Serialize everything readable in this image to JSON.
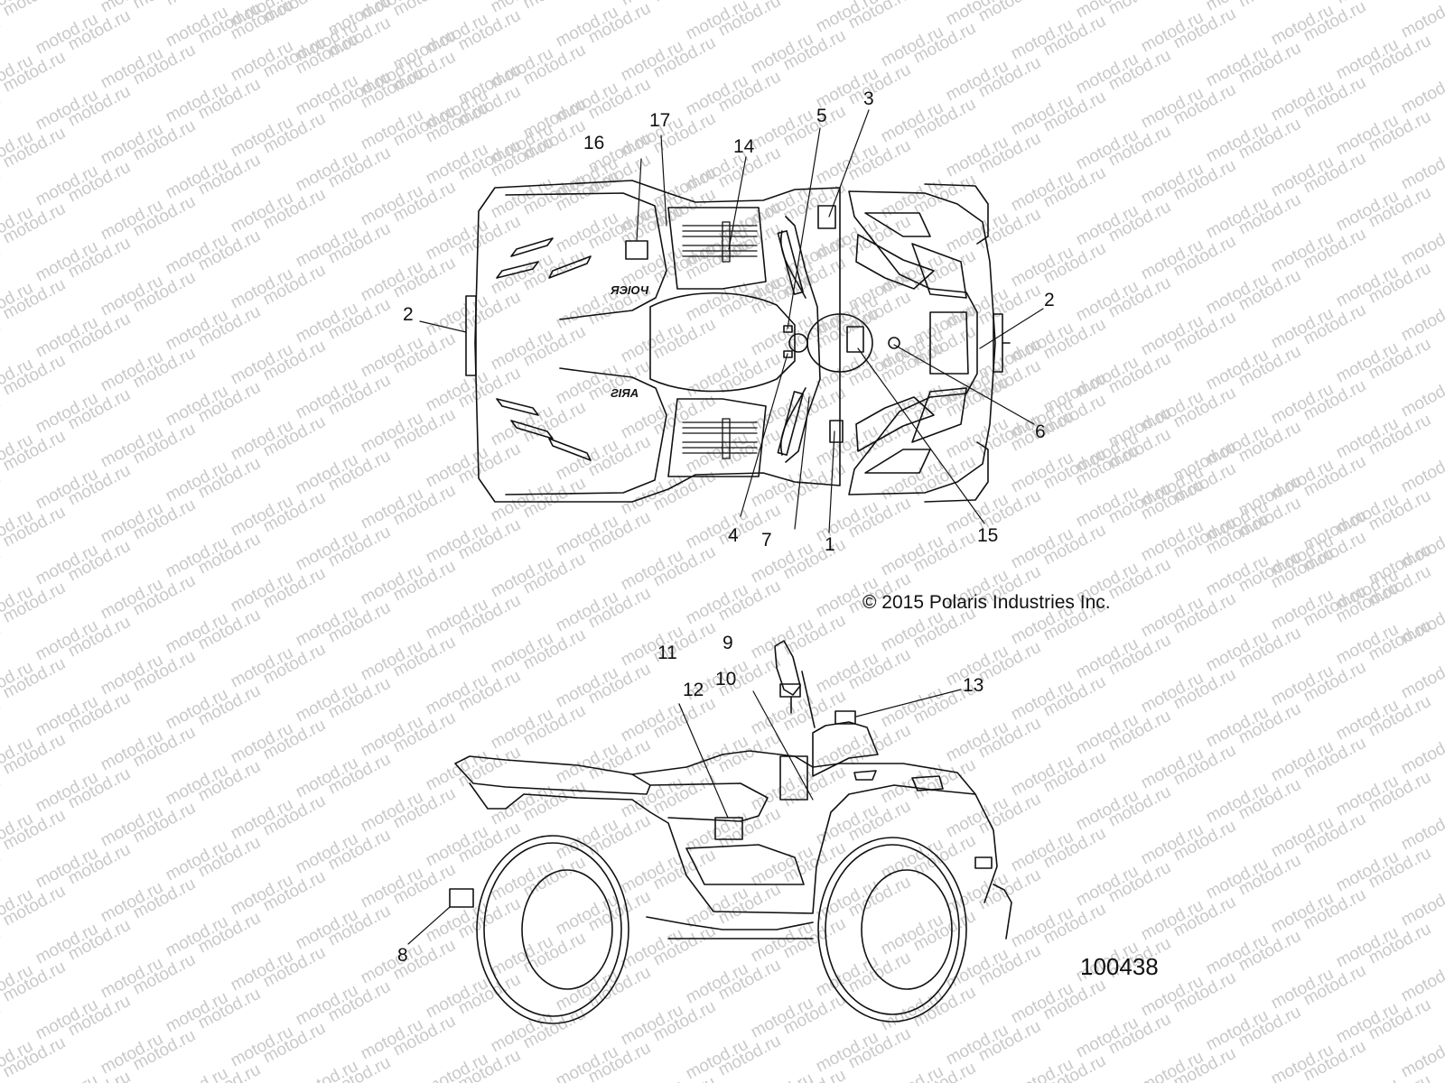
{
  "watermark": {
    "text": "motod.ru"
  },
  "copyright": "© 2015 Polaris Industries Inc.",
  "figure_number": "100438",
  "top_view": {
    "decal_text_rear": "ЯЭІОЧ",
    "decal_text_front": "ƧIЯA",
    "callouts": [
      "1",
      "2",
      "2",
      "3",
      "4",
      "5",
      "6",
      "7",
      "14",
      "15",
      "16",
      "17"
    ]
  },
  "side_view": {
    "callouts": [
      "8",
      "9",
      "10",
      "11",
      "12",
      "13"
    ]
  }
}
